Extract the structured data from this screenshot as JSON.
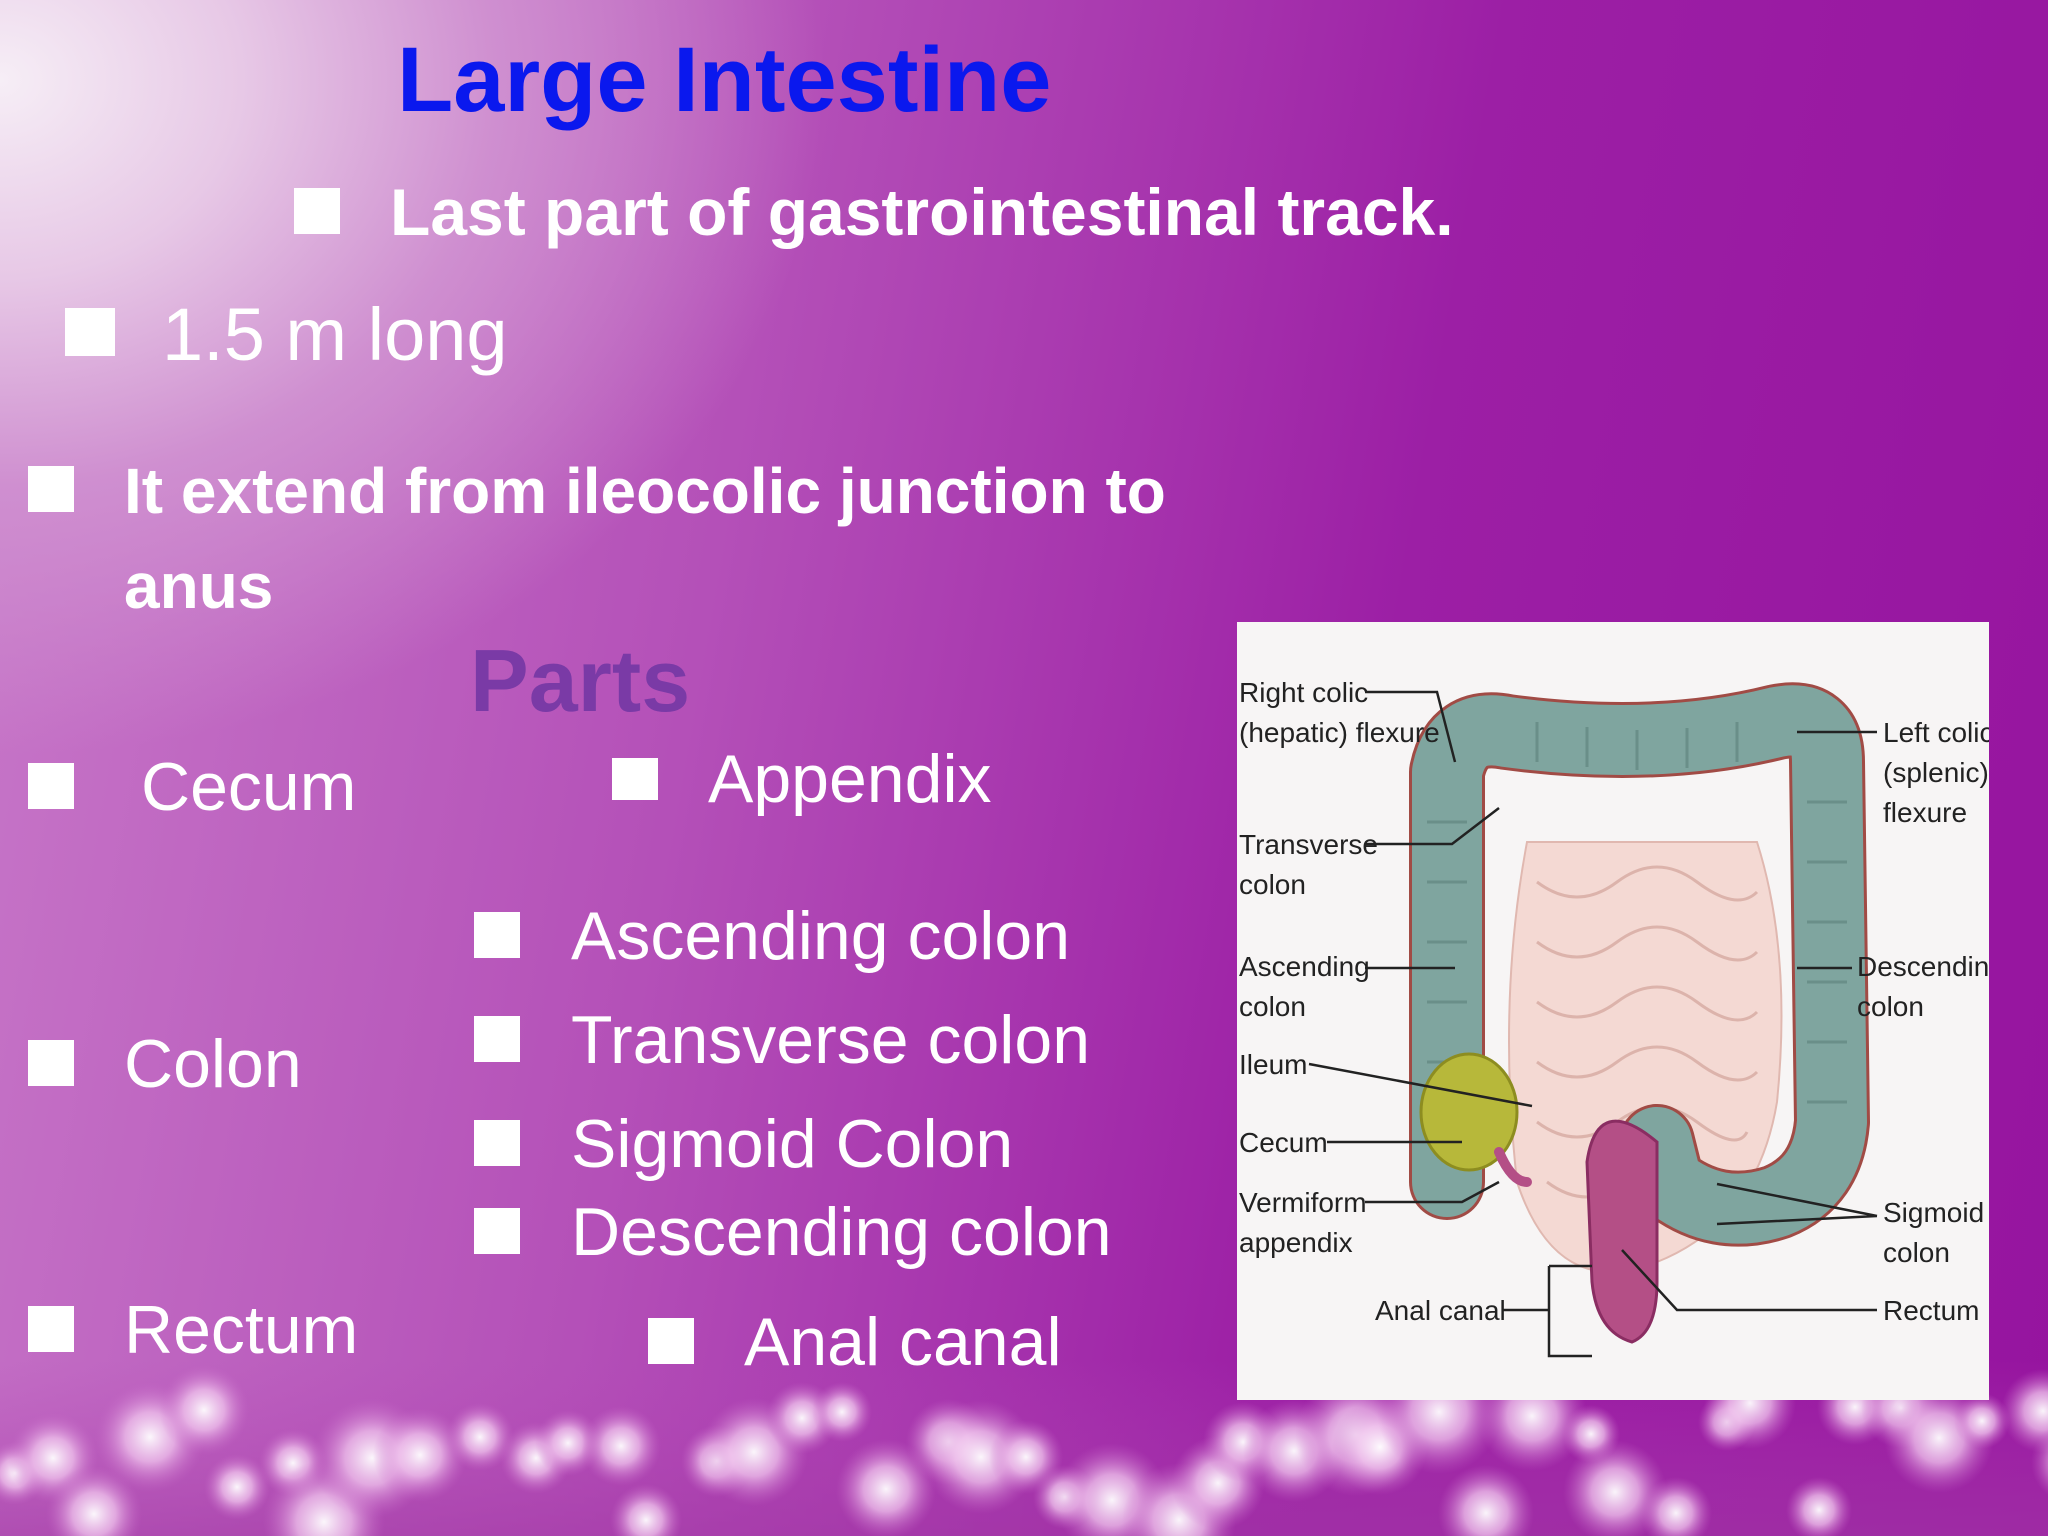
{
  "slide": {
    "title": "Large Intestine",
    "bullets": {
      "last_part": "Last part of gastrointestinal track.",
      "length": "1.5 m long",
      "extend_line1": "It extend from ileocolic junction to",
      "extend_line2": "anus"
    },
    "parts_heading": "Parts",
    "parts": {
      "cecum": "Cecum",
      "appendix": "Appendix",
      "colon": "Colon",
      "ascending": "Ascending colon",
      "transverse": "Transverse colon",
      "sigmoid": "Sigmoid Colon",
      "descending": "Descending colon",
      "rectum": "Rectum",
      "anal_canal": "Anal canal"
    }
  },
  "diagram": {
    "labels": {
      "right_colic_1": "Right colic",
      "right_colic_2": "(hepatic) flexure",
      "left_colic_1": "Left colic",
      "left_colic_2": "(splenic)",
      "left_colic_3": "flexure",
      "transverse_1": "Transverse",
      "transverse_2": "colon",
      "ascending_1": "Ascending",
      "ascending_2": "colon",
      "descending_1": "Descending",
      "descending_2": "colon",
      "ileum": "Ileum",
      "cecum": "Cecum",
      "vermiform_1": "Vermiform",
      "vermiform_2": "appendix",
      "sigmoid_1": "Sigmoid",
      "sigmoid_2": "colon",
      "anal_canal": "Anal canal",
      "rectum": "Rectum"
    }
  },
  "colors": {
    "title": "#0a18ee",
    "parts_heading": "#7a3aa6",
    "text": "#ffffff",
    "colon": "#7fa59f",
    "cecum": "#b7b83a",
    "rectum": "#b44f86"
  }
}
